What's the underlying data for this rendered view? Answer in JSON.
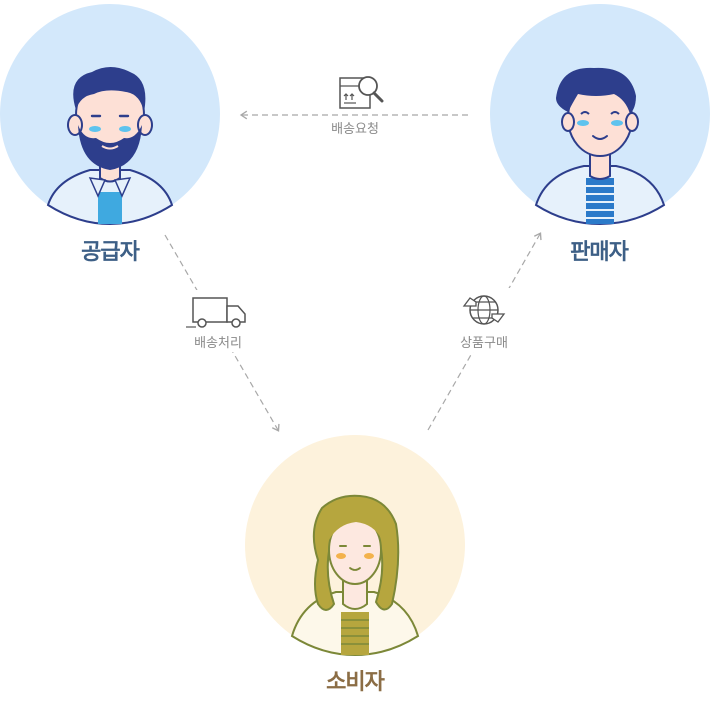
{
  "nodes": {
    "supplier": {
      "label": "공급자",
      "color": "#3d5f86"
    },
    "seller": {
      "label": "판매자",
      "color": "#3d5f86"
    },
    "consumer": {
      "label": "소비자",
      "color": "#8b6d45"
    }
  },
  "edges": {
    "delivery_request": {
      "label": "배송요청",
      "icon": "package-search-icon"
    },
    "delivery_processing": {
      "label": "배송처리",
      "icon": "truck-icon"
    },
    "product_purchase": {
      "label": "상품구매",
      "icon": "globe-exchange-icon"
    }
  },
  "colors": {
    "male_circle": "#d3e8fb",
    "female_circle": "#fdf2dc",
    "dashed_line": "#a8a8a8"
  }
}
